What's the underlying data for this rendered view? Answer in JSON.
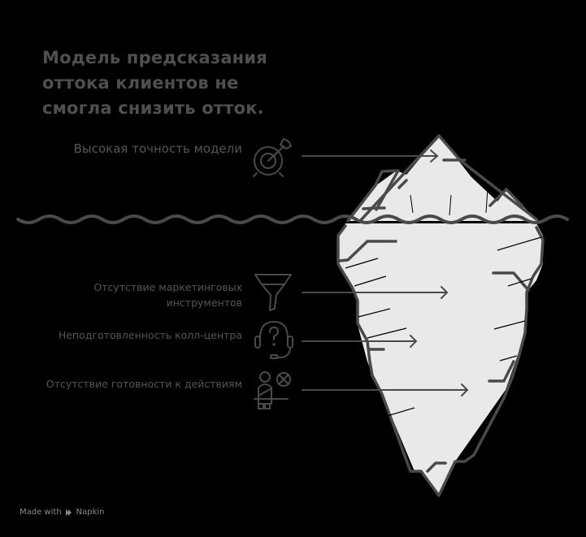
{
  "title": "Модель предсказания оттока клиентов не смогла снизить отток.",
  "above_water": {
    "label": "Высокая точность модели",
    "icon": "target-icon"
  },
  "below_water": [
    {
      "label": "Отсутствие маркетинговых инструментов",
      "icon": "funnel-icon"
    },
    {
      "label": "Неподготовленность колл-центра",
      "icon": "headset-question-icon"
    },
    {
      "label": "Отсутствие готовности к действиям",
      "icon": "person-seated-cancel-icon"
    }
  ],
  "footer": {
    "made_with": "Made with",
    "brand": "Napkin"
  },
  "colors": {
    "background": "#000000",
    "ink": "#4a4a4a",
    "ice": "#e9e9e9",
    "text": "#555555",
    "footer_text": "#8a8a8a"
  }
}
